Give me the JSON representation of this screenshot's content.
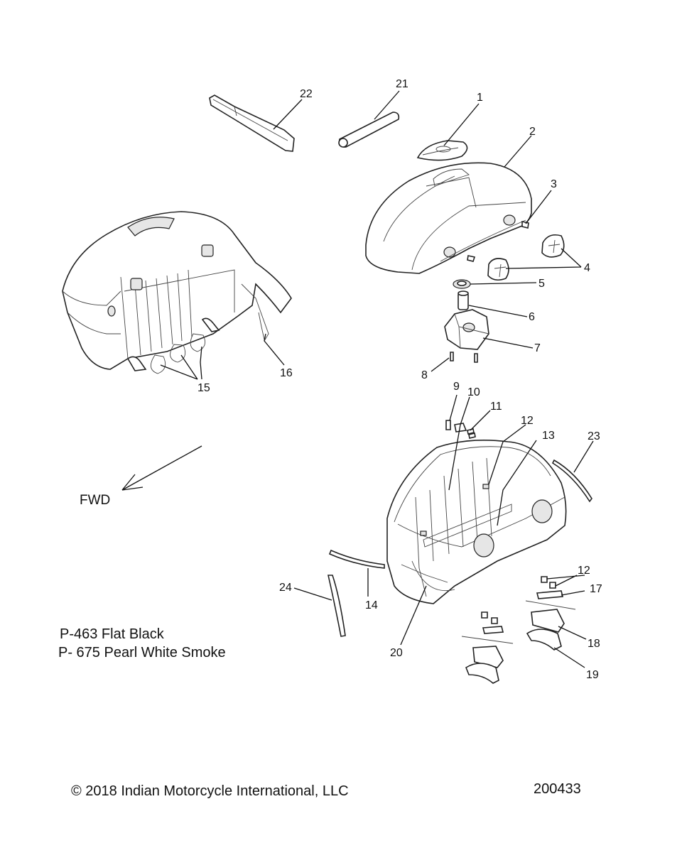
{
  "callouts": [
    {
      "id": "1",
      "text": "1"
    },
    {
      "id": "2",
      "text": "2"
    },
    {
      "id": "3",
      "text": "3"
    },
    {
      "id": "4",
      "text": "4"
    },
    {
      "id": "5",
      "text": "5"
    },
    {
      "id": "6",
      "text": "6"
    },
    {
      "id": "7",
      "text": "7"
    },
    {
      "id": "8",
      "text": "8"
    },
    {
      "id": "9",
      "text": "9"
    },
    {
      "id": "10",
      "text": "10"
    },
    {
      "id": "11",
      "text": "11"
    },
    {
      "id": "12a",
      "text": "12"
    },
    {
      "id": "13",
      "text": "13"
    },
    {
      "id": "14",
      "text": "14"
    },
    {
      "id": "15",
      "text": "15"
    },
    {
      "id": "16",
      "text": "16"
    },
    {
      "id": "17",
      "text": "17"
    },
    {
      "id": "18",
      "text": "18"
    },
    {
      "id": "19",
      "text": "19"
    },
    {
      "id": "20",
      "text": "20"
    },
    {
      "id": "21",
      "text": "21"
    },
    {
      "id": "22",
      "text": "22"
    },
    {
      "id": "23",
      "text": "23"
    },
    {
      "id": "24",
      "text": "24"
    },
    {
      "id": "12b",
      "text": "12"
    }
  ],
  "direction_label": "FWD",
  "paint_codes": [
    "P-463  Flat Black",
    "P- 675  Pearl White Smoke"
  ],
  "copyright": "© 2018 Indian Motorcycle International, LLC",
  "diagram_number": "200433"
}
